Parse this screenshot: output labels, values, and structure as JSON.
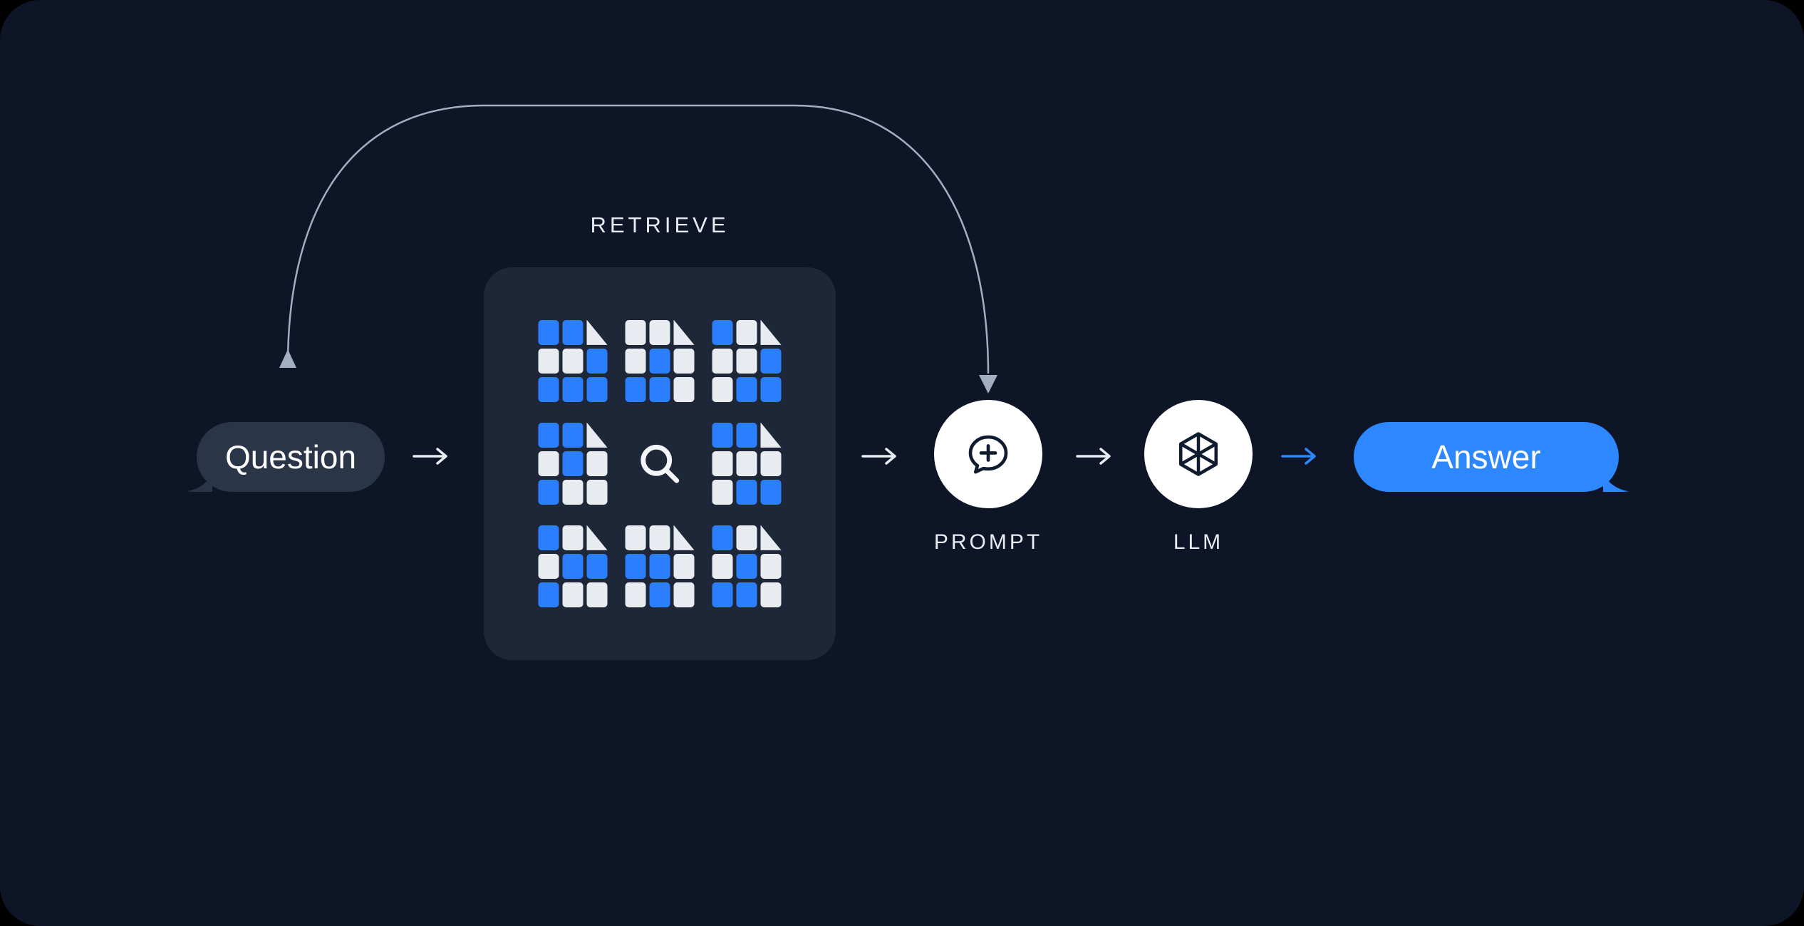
{
  "colors": {
    "background": "#0D1526",
    "panel": "#1D2737",
    "question_bubble": "#2A3648",
    "answer_bubble": "#2D87FE",
    "doc_blue": "#2B7FFF",
    "doc_light": "#E8EBF0",
    "node_fill": "#FFFFFF",
    "node_icon": "#0F1B2E",
    "label_text": "#E8EBF1",
    "arrow": "#E9ECF2",
    "arrow_blue": "#2D87FE",
    "connector": "#A3AEC2",
    "search_icon": "#F3F5F9"
  },
  "flow": {
    "question": {
      "label": "Question",
      "icon": "chat-bubble"
    },
    "retrieve": {
      "label": "RETRIEVE",
      "search_icon": "magnifier-icon",
      "documents": [
        {
          "cells": [
            "blue",
            "blue",
            "fold",
            "light",
            "light",
            "blue",
            "blue",
            "blue",
            "blue"
          ]
        },
        {
          "cells": [
            "light",
            "light",
            "fold",
            "light",
            "blue",
            "light",
            "blue",
            "blue",
            "light"
          ]
        },
        {
          "cells": [
            "blue",
            "light",
            "fold",
            "light",
            "light",
            "blue",
            "light",
            "blue",
            "blue"
          ]
        },
        {
          "cells": [
            "blue",
            "blue",
            "fold",
            "light",
            "blue",
            "light",
            "blue",
            "light",
            "light"
          ]
        },
        {
          "cells": [
            "blue",
            "blue",
            "fold",
            "light",
            "light",
            "light",
            "light",
            "blue",
            "blue"
          ]
        },
        {
          "cells": [
            "blue",
            "light",
            "fold",
            "light",
            "blue",
            "blue",
            "blue",
            "light",
            "light"
          ]
        },
        {
          "cells": [
            "light",
            "light",
            "fold",
            "blue",
            "blue",
            "light",
            "light",
            "blue",
            "light"
          ]
        },
        {
          "cells": [
            "blue",
            "light",
            "fold",
            "light",
            "blue",
            "light",
            "blue",
            "blue",
            "light"
          ]
        }
      ]
    },
    "prompt": {
      "label": "PROMPT",
      "icon": "speech-bubble-plus-icon"
    },
    "llm": {
      "label": "LLM",
      "icon": "cube-icon"
    },
    "answer": {
      "label": "Answer",
      "icon": "chat-bubble"
    },
    "arrow_icon": "arrow-right-icon",
    "bypass_arrow_icon": "curved-arrow-icon"
  }
}
